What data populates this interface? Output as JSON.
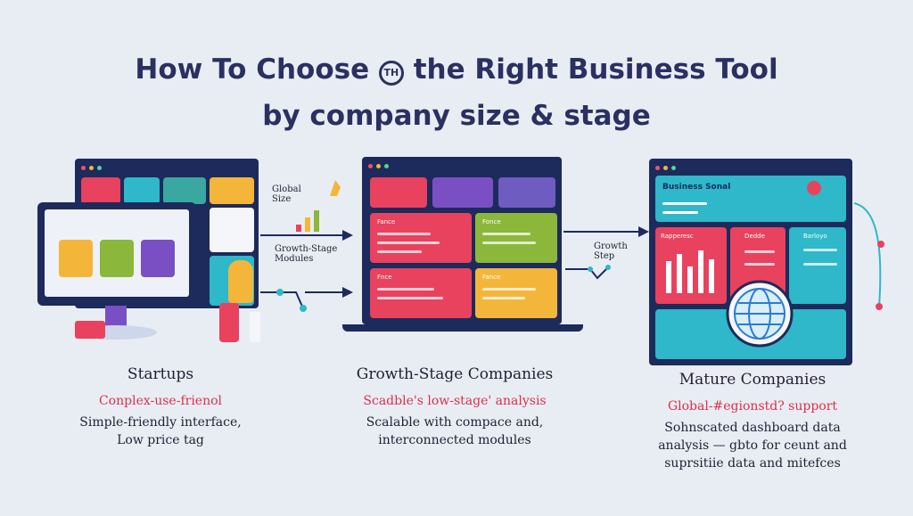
{
  "title": {
    "line1_a": "How To Choose",
    "badge": "TH",
    "line1_b": "the Right Business Tool",
    "line2": "by company size & stage"
  },
  "connectors": {
    "global_size": "Global\nSize",
    "growth_modules": "Growth-Stage\nModules",
    "growth_step": "Growth\nStep"
  },
  "startups": {
    "heading": "Startups",
    "red_line": "Conplex-use-frienol",
    "desc_1": "Simple-friendly interface,",
    "desc_2": "Low price tag"
  },
  "growth": {
    "heading": "Growth-Stage Companies",
    "red_line": "Scadble's low-stage' analysis",
    "desc_1": "Scalable with compace and,",
    "desc_2": "interconnected modules",
    "panel_labels": [
      "Fance",
      "Fonce",
      "Fnce",
      "Fance"
    ]
  },
  "mature": {
    "heading": "Mature Companies",
    "red_line": "Global-#egionstd? support",
    "desc_1": "Sohnscated dashboard data",
    "desc_2": "analysis — gbto for ceunt and",
    "desc_3": "suprsitiie data and mitefces",
    "dashboard_title": "Business Sonal",
    "panel_labels": [
      "Rapperesc",
      "Dedde",
      "Barloyo"
    ]
  },
  "colors": {
    "navy": "#1d2a5c",
    "red": "#e8425e",
    "purple": "#7a4fc4",
    "green": "#8bb83a",
    "orange": "#f4b63a",
    "teal": "#2eb8c9"
  },
  "icons": [
    "hand-pointer-icon",
    "globe-icon",
    "graduation-cap-icon",
    "database-icon"
  ]
}
